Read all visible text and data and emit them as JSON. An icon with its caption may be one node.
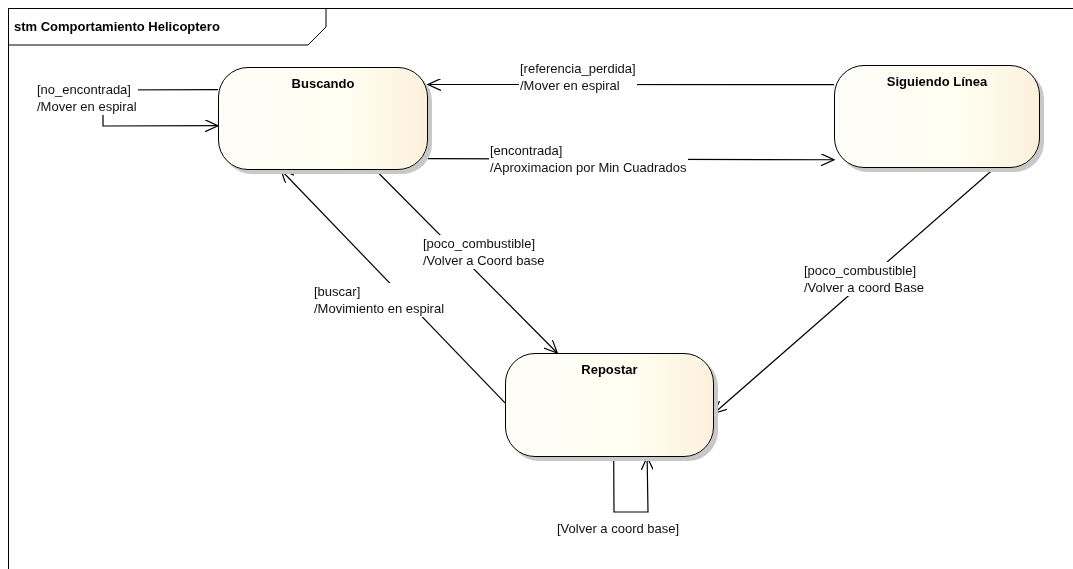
{
  "diagram": {
    "title": "stm Comportamiento Helicoptero",
    "nodes": [
      {
        "text": [
          "Buscando"
        ]
      },
      {
        "text": [
          "Siguiendo Línea"
        ]
      },
      {
        "text": [
          "Repostar"
        ]
      }
    ],
    "edges": [
      {
        "from": 0,
        "to": 0,
        "arrow": "to",
        "label": "[no_encontrada] /Mover en espiral"
      },
      {
        "from": 1,
        "to": 0,
        "arrow": "to",
        "label": "[referencia_perdida] /Mover en espiral"
      },
      {
        "from": 0,
        "to": 1,
        "arrow": "to",
        "label": "[encontrada] /Aproximacion por Min Cuadrados"
      },
      {
        "from": 0,
        "to": 2,
        "arrow": "to",
        "label": "[poco_combustible] /Volver a Coord base"
      },
      {
        "from": 2,
        "to": 0,
        "arrow": "to",
        "label": "[buscar] /Movimiento en espiral"
      },
      {
        "from": 1,
        "to": 2,
        "arrow": "to",
        "label": "[poco_combustible] /Volver a coord Base"
      },
      {
        "from": 2,
        "to": 2,
        "arrow": "to",
        "label": "[Volver a coord base]"
      }
    ]
  }
}
